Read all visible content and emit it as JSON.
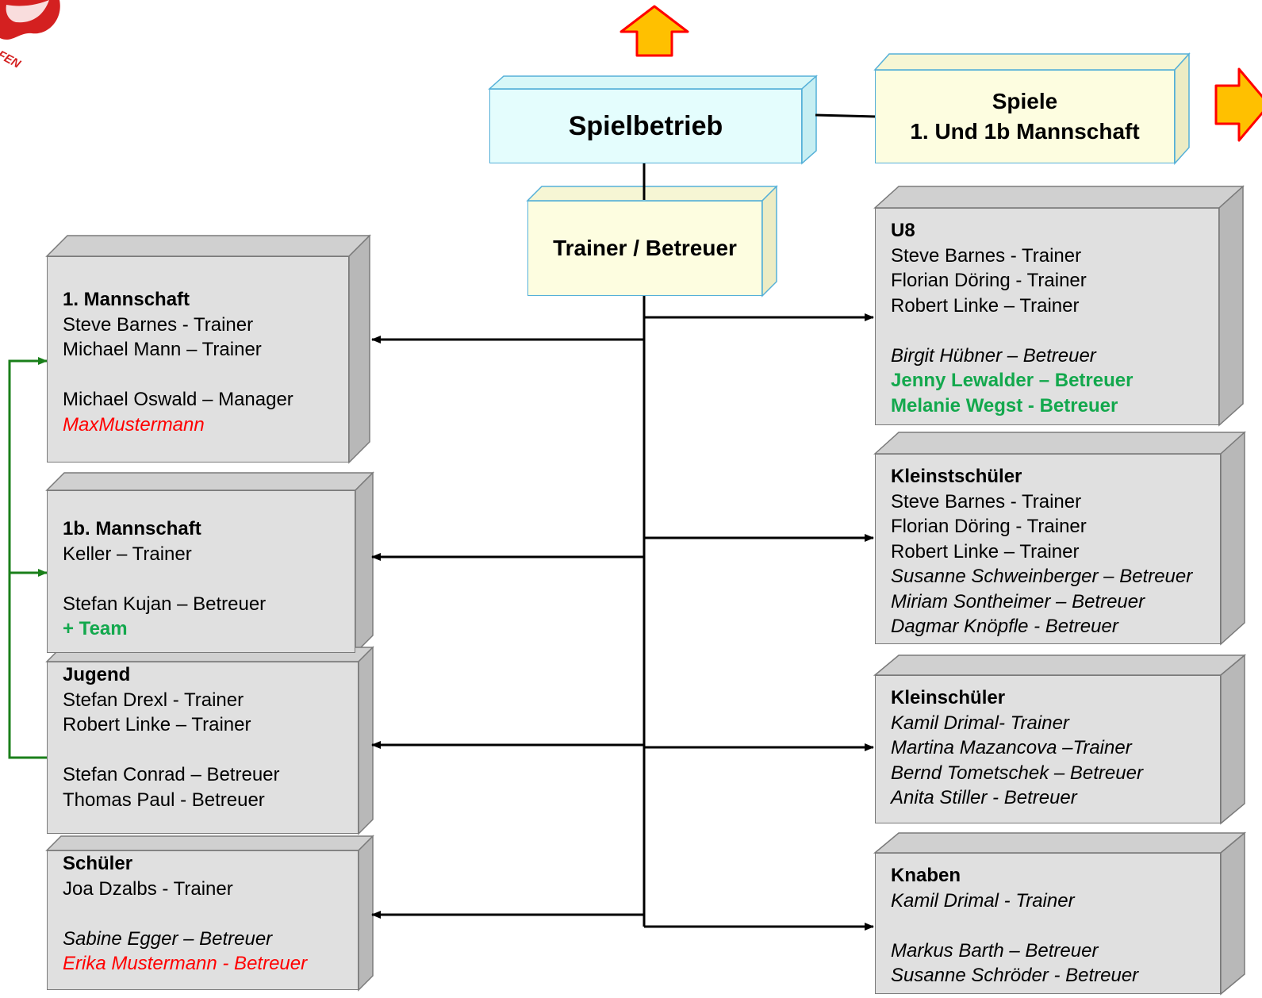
{
  "header": {
    "spielbetrieb": "Spielbetrieb",
    "spiele_line1": "Spiele",
    "spiele_line2": "1. Und 1b Mannschaft",
    "trainer_betreuer": "Trainer / Betreuer"
  },
  "left_teams": [
    {
      "title": "1. Mannschaft",
      "lines": [
        {
          "text": "Steve Barnes  - Trainer",
          "style": "normal"
        },
        {
          "text": "Michael Mann – Trainer",
          "style": "normal"
        },
        {
          "text": "",
          "style": "normal"
        },
        {
          "text": "Michael Oswald – Manager",
          "style": "normal"
        },
        {
          "text": "MaxMustermann",
          "style": "italic-red"
        }
      ]
    },
    {
      "title": "1b. Mannschaft",
      "lines": [
        {
          "text": "Keller – Trainer",
          "style": "normal"
        },
        {
          "text": "",
          "style": "normal"
        },
        {
          "text": "Stefan Kujan – Betreuer",
          "style": "normal"
        },
        {
          "text": "+ Team",
          "style": "bold-green"
        }
      ]
    },
    {
      "title": "Jugend",
      "lines": [
        {
          "text": "Stefan Drexl - Trainer",
          "style": "normal"
        },
        {
          "text": "Robert Linke – Trainer",
          "style": "normal"
        },
        {
          "text": "",
          "style": "normal"
        },
        {
          "text": "Stefan Conrad – Betreuer",
          "style": "normal"
        },
        {
          "text": "Thomas Paul - Betreuer",
          "style": "normal"
        }
      ]
    },
    {
      "title": "Schüler",
      "lines": [
        {
          "text": "Joa Dzalbs - Trainer",
          "style": "normal"
        },
        {
          "text": "",
          "style": "normal"
        },
        {
          "text": "Sabine Egger – Betreuer",
          "style": "italic"
        },
        {
          "text": "Erika Mustermann - Betreuer",
          "style": "italic-red"
        }
      ]
    }
  ],
  "right_teams": [
    {
      "title": "U8",
      "lines": [
        {
          "text": "Steve Barnes - Trainer",
          "style": "normal"
        },
        {
          "text": "Florian Döring - Trainer",
          "style": "normal"
        },
        {
          "text": "Robert Linke – Trainer",
          "style": "normal"
        },
        {
          "text": "",
          "style": "normal"
        },
        {
          "text": "Birgit Hübner – Betreuer",
          "style": "italic"
        },
        {
          "text": "Jenny Lewalder – Betreuer",
          "style": "bold-green"
        },
        {
          "text": "Melanie Wegst - Betreuer",
          "style": "bold-green"
        }
      ]
    },
    {
      "title": "Kleinstschüler",
      "lines": [
        {
          "text": "Steve Barnes - Trainer",
          "style": "normal"
        },
        {
          "text": "Florian Döring - Trainer",
          "style": "normal"
        },
        {
          "text": "Robert Linke – Trainer",
          "style": "normal"
        },
        {
          "text": "Susanne Schweinberger – Betreuer",
          "style": "italic"
        },
        {
          "text": "Miriam Sontheimer – Betreuer",
          "style": "italic"
        },
        {
          "text": "Dagmar Knöpfle - Betreuer",
          "style": "italic"
        }
      ]
    },
    {
      "title": "Kleinschüler",
      "lines": [
        {
          "text": "Kamil Drimal- Trainer",
          "style": "italic"
        },
        {
          "text": "Martina Mazancova  –Trainer",
          "style": "italic"
        },
        {
          "text": "Bernd Tometschek – Betreuer",
          "style": "italic"
        },
        {
          "text": "Anita Stiller - Betreuer",
          "style": "italic"
        }
      ]
    },
    {
      "title": "Knaben",
      "lines": [
        {
          "text": "Kamil Drimal - Trainer",
          "style": "italic"
        },
        {
          "text": "",
          "style": "normal"
        },
        {
          "text": "Markus Barth – Betreuer",
          "style": "italic"
        },
        {
          "text": "Susanne Schröder - Betreuer",
          "style": "italic"
        }
      ]
    }
  ],
  "colors": {
    "gray_box": "#e0e0e0",
    "cyan_box": "#e4fdfd",
    "yellow_box": "#fdfde0",
    "connector": "#000000",
    "bracket": "#1a7f1a",
    "arrow_fill": "#ffc000",
    "arrow_stroke": "#ff0000",
    "logo": "#d42020"
  },
  "icons": {
    "up_arrow": "up-arrow-icon",
    "right_arrow": "right-arrow-icon",
    "logo": "club-logo"
  }
}
